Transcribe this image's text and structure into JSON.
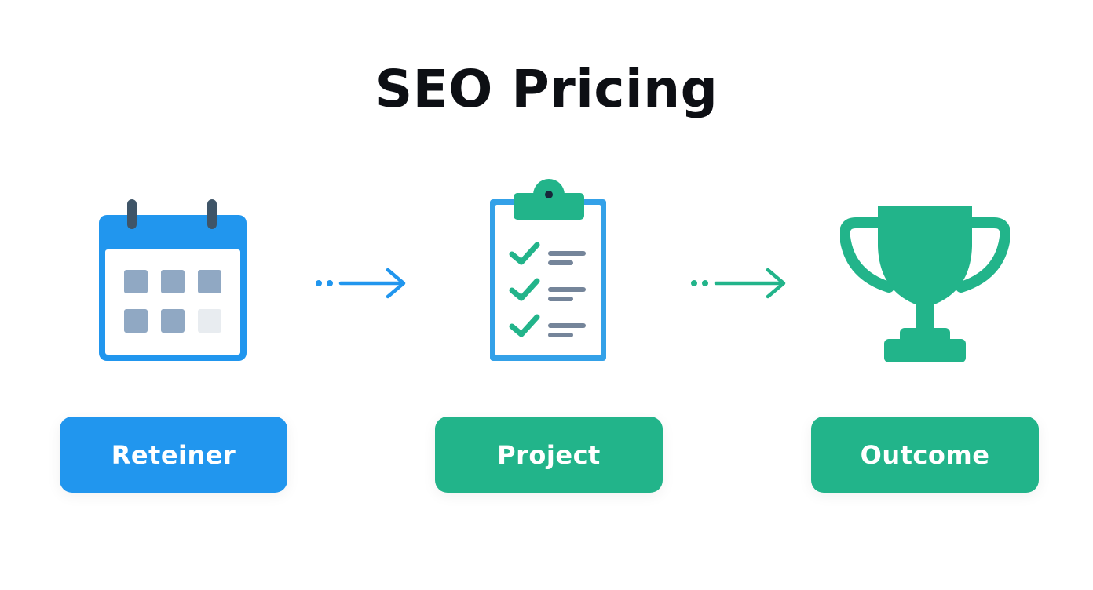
{
  "title": "SEO Pricing",
  "colors": {
    "blue": "#2196EE",
    "green": "#22B48A",
    "slate": "#3F5568",
    "tile": "#90A8C3",
    "tile_light": "#E8ECF0"
  },
  "steps": [
    {
      "label": "Reteiner",
      "icon": "calendar-icon",
      "color": "#2196EE"
    },
    {
      "label": "Project",
      "icon": "clipboard-checklist-icon",
      "color": "#22B48A"
    },
    {
      "label": "Outcome",
      "icon": "trophy-icon",
      "color": "#22B48A"
    }
  ],
  "arrows": [
    {
      "icon": "dotted-arrow-right-icon",
      "color": "#2196EE"
    },
    {
      "icon": "dotted-arrow-right-icon",
      "color": "#22B48A"
    }
  ]
}
